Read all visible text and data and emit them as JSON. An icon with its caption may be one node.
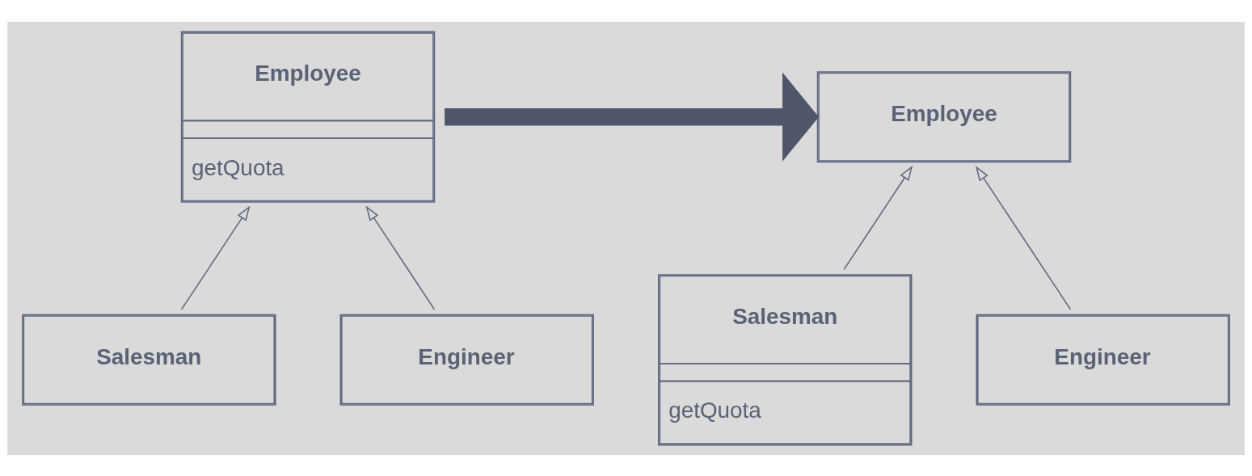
{
  "diagram": {
    "nodes": [
      {
        "text": [
          "Employee",
          "getQuota"
        ]
      },
      {
        "text": [
          "Salesman"
        ]
      },
      {
        "text": [
          "Engineer"
        ]
      },
      {
        "text": [
          "Employee"
        ]
      },
      {
        "text": [
          "Salesman",
          "getQuota"
        ]
      },
      {
        "text": [
          "Engineer"
        ]
      }
    ],
    "edges": [
      {
        "from": 1,
        "to": 0,
        "arrow": "to"
      },
      {
        "from": 2,
        "to": 0,
        "arrow": "to"
      },
      {
        "from": 0,
        "to": 3,
        "arrow": "to",
        "style": "thick",
        "color": "#4f566a"
      },
      {
        "from": 4,
        "to": 3,
        "arrow": "to"
      },
      {
        "from": 5,
        "to": 3,
        "arrow": "to"
      }
    ]
  }
}
